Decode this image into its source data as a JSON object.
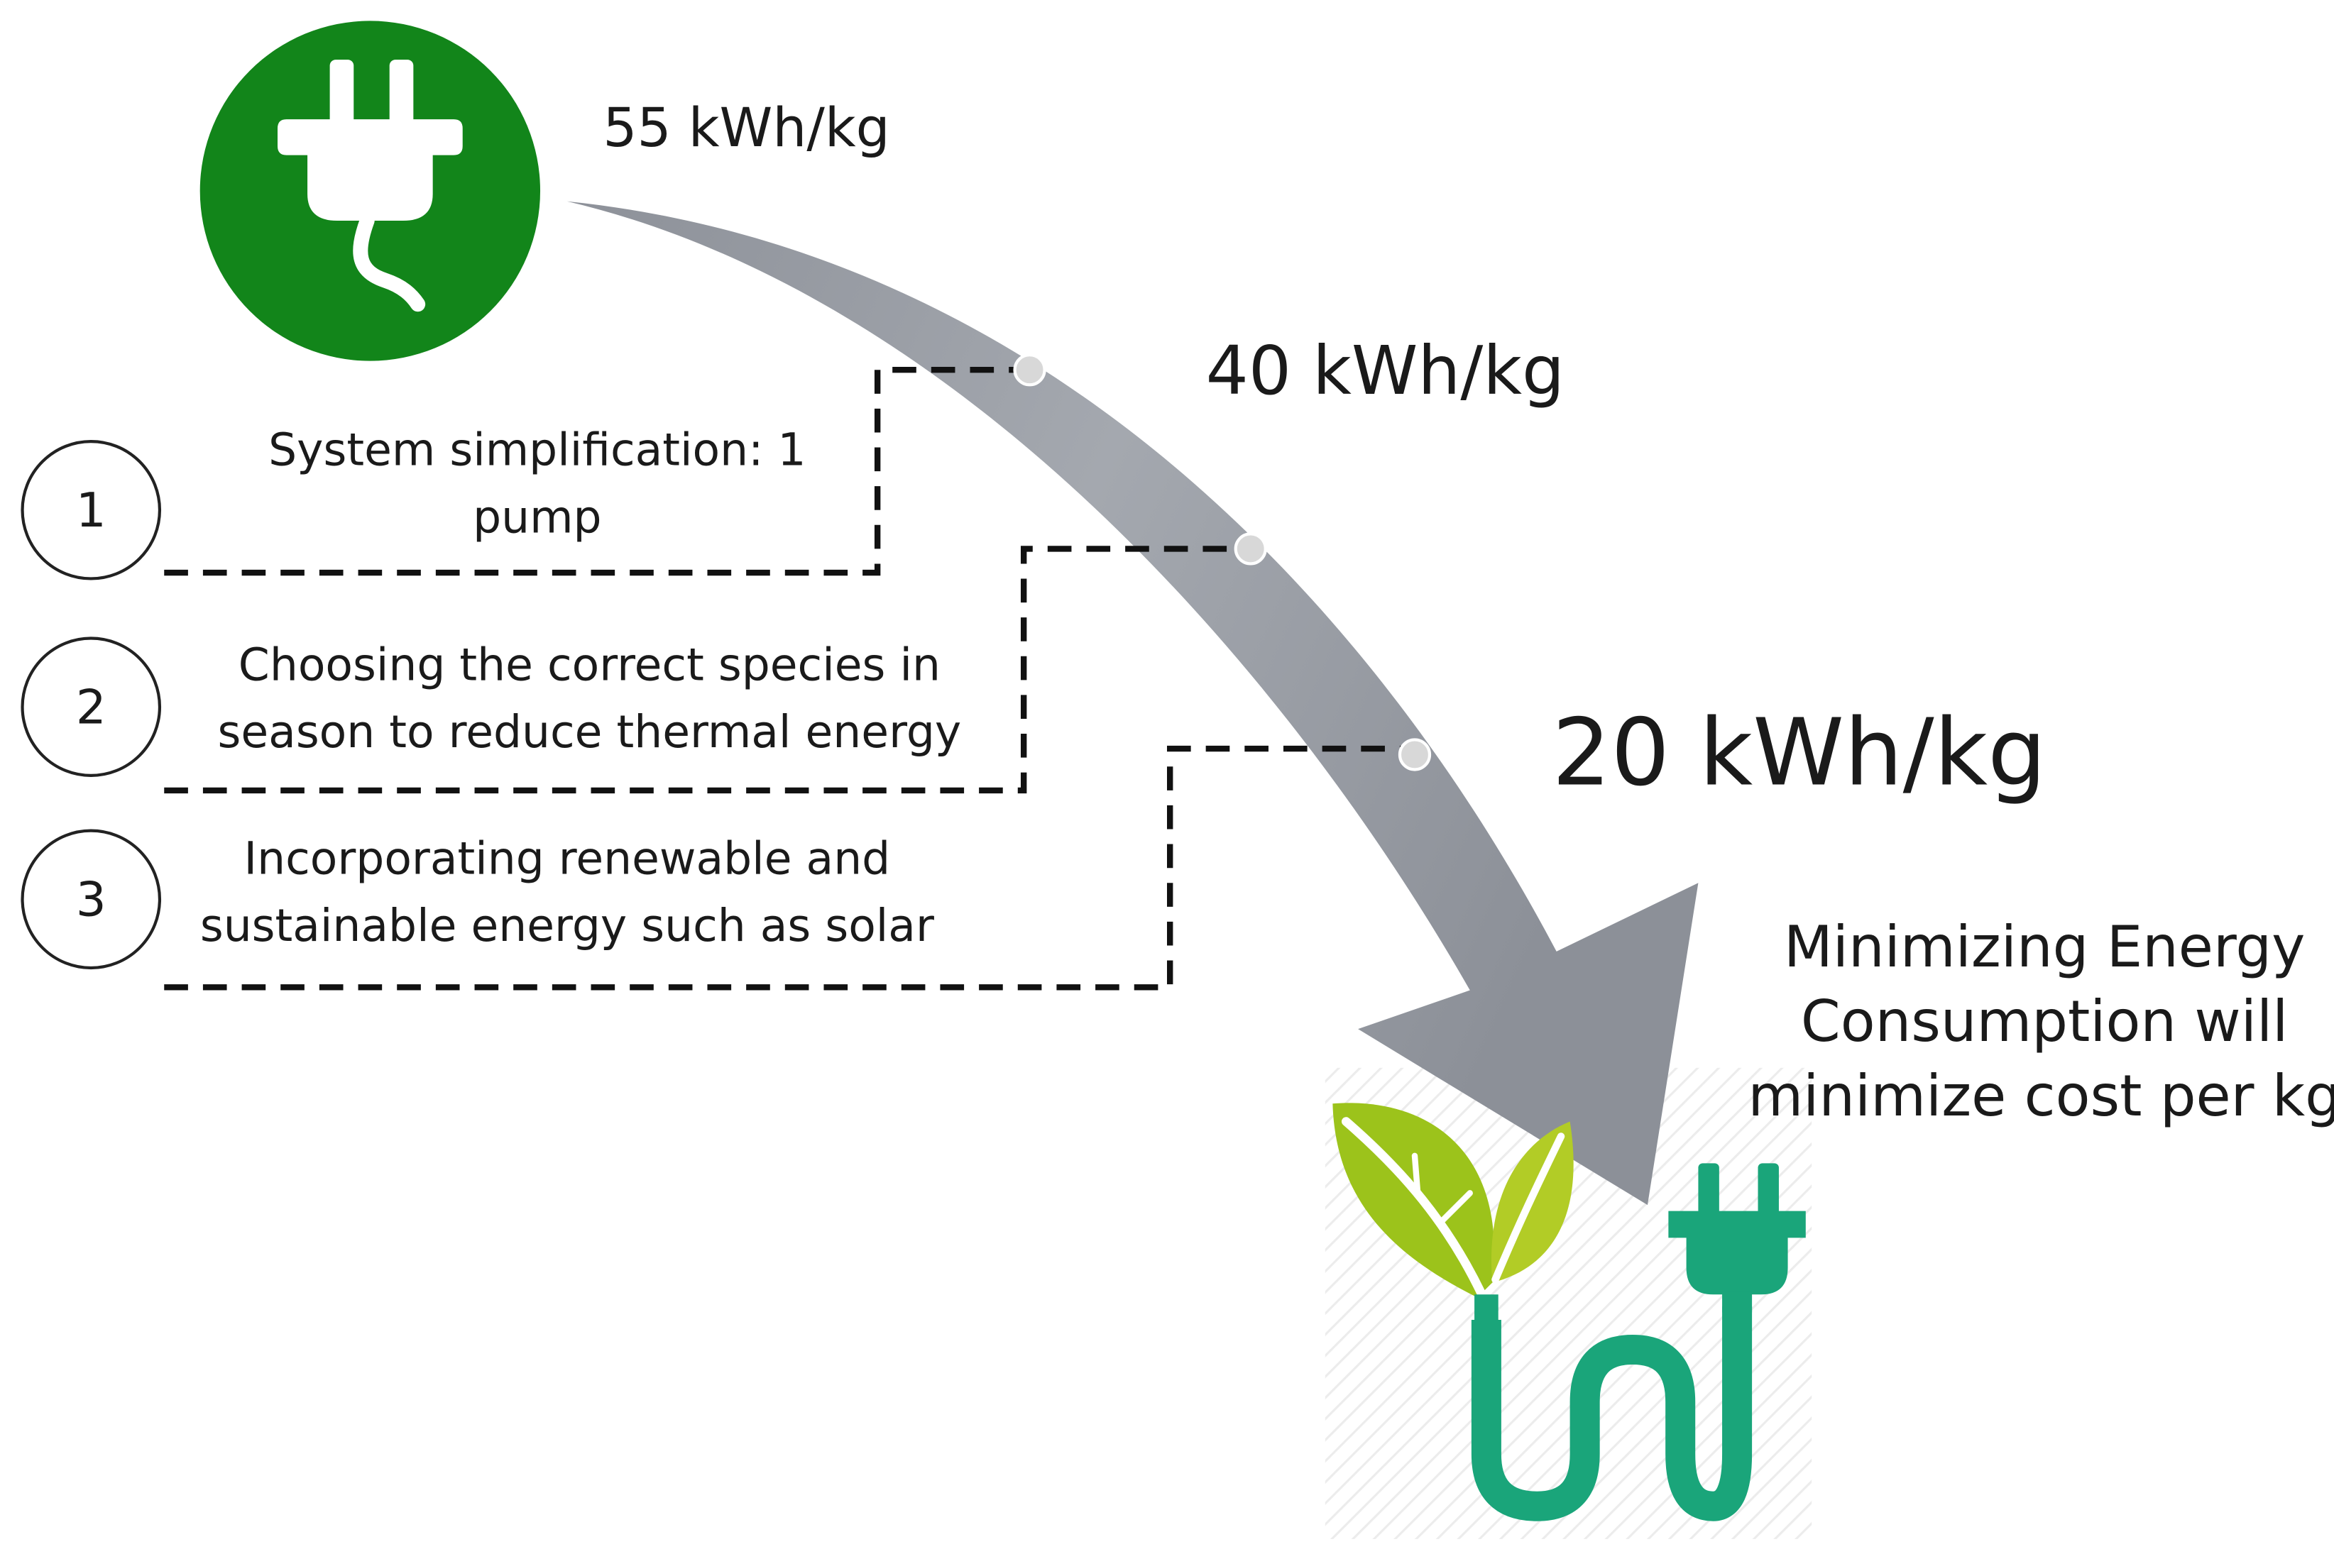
{
  "energy_levels": [
    {
      "label": "55 kWh/kg"
    },
    {
      "label": "40 kWh/kg"
    },
    {
      "label": "20 kWh/kg"
    }
  ],
  "steps": [
    {
      "number": "1",
      "lines": [
        "System simplification: 1",
        "pump"
      ]
    },
    {
      "number": "2",
      "lines": [
        "Choosing the correct species in",
        "season to reduce thermal energy"
      ]
    },
    {
      "number": "3",
      "lines": [
        "Incorporating renewable and",
        "sustainable energy such as solar"
      ]
    }
  ],
  "conclusion": {
    "lines": [
      "Minimizing Energy",
      "Consumption will",
      "minimize cost per kg"
    ]
  },
  "icons": {
    "start": "plug-icon",
    "end": "green-energy-plug-leaves-icon",
    "arrow": "curved-arrow-icon"
  },
  "colors": {
    "plug_circle": "#12851a",
    "arrow_gray": "#9a9ea6",
    "leaf_green": "#9cc31b",
    "cable_teal": "#1aa57a"
  }
}
